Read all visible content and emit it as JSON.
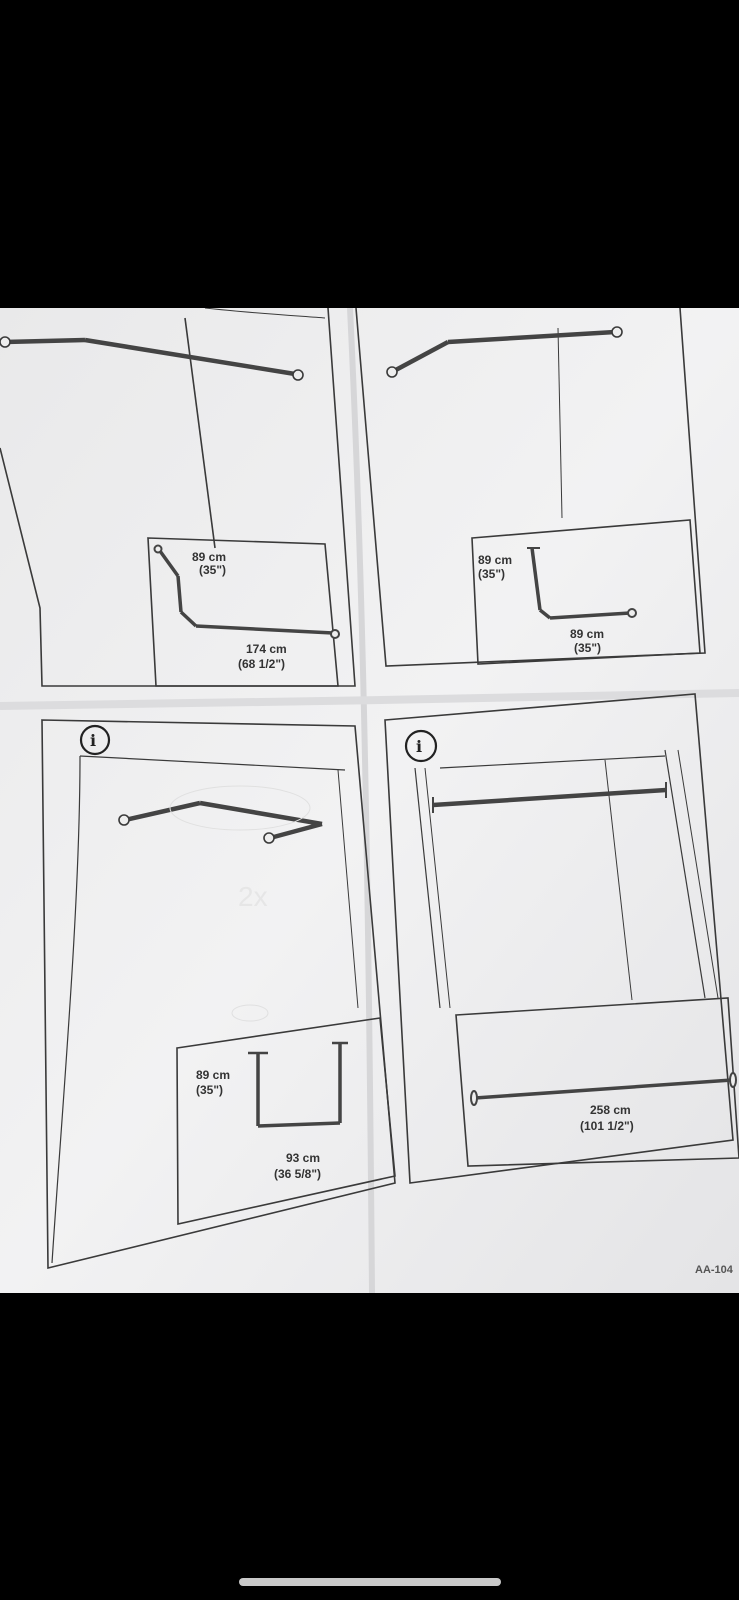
{
  "panels": [
    {
      "id": "corner-rod-left",
      "height_label": "89 cm",
      "height_label_in": "(35\")",
      "length_label": "174 cm",
      "length_label_in": "(68 1/2\")"
    },
    {
      "id": "corner-rod-right",
      "height_label": "89 cm",
      "height_label_in": "(35\")",
      "length_label": "89 cm",
      "length_label_in": "(35\")"
    },
    {
      "id": "u-rod",
      "info_glyph": "i",
      "ghost_text": "2x",
      "height_label": "89 cm",
      "height_label_in": "(35\")",
      "length_label": "93 cm",
      "length_label_in": "(36 5/8\")"
    },
    {
      "id": "straight-rod",
      "info_glyph": "i",
      "length_label": "258 cm",
      "length_label_in": "(101 1/2\")"
    }
  ],
  "document_code": "AA-104",
  "colors": {
    "paper": "#efefef",
    "line": "#3a3a3a",
    "rod": "#555555",
    "background": "#000000"
  }
}
